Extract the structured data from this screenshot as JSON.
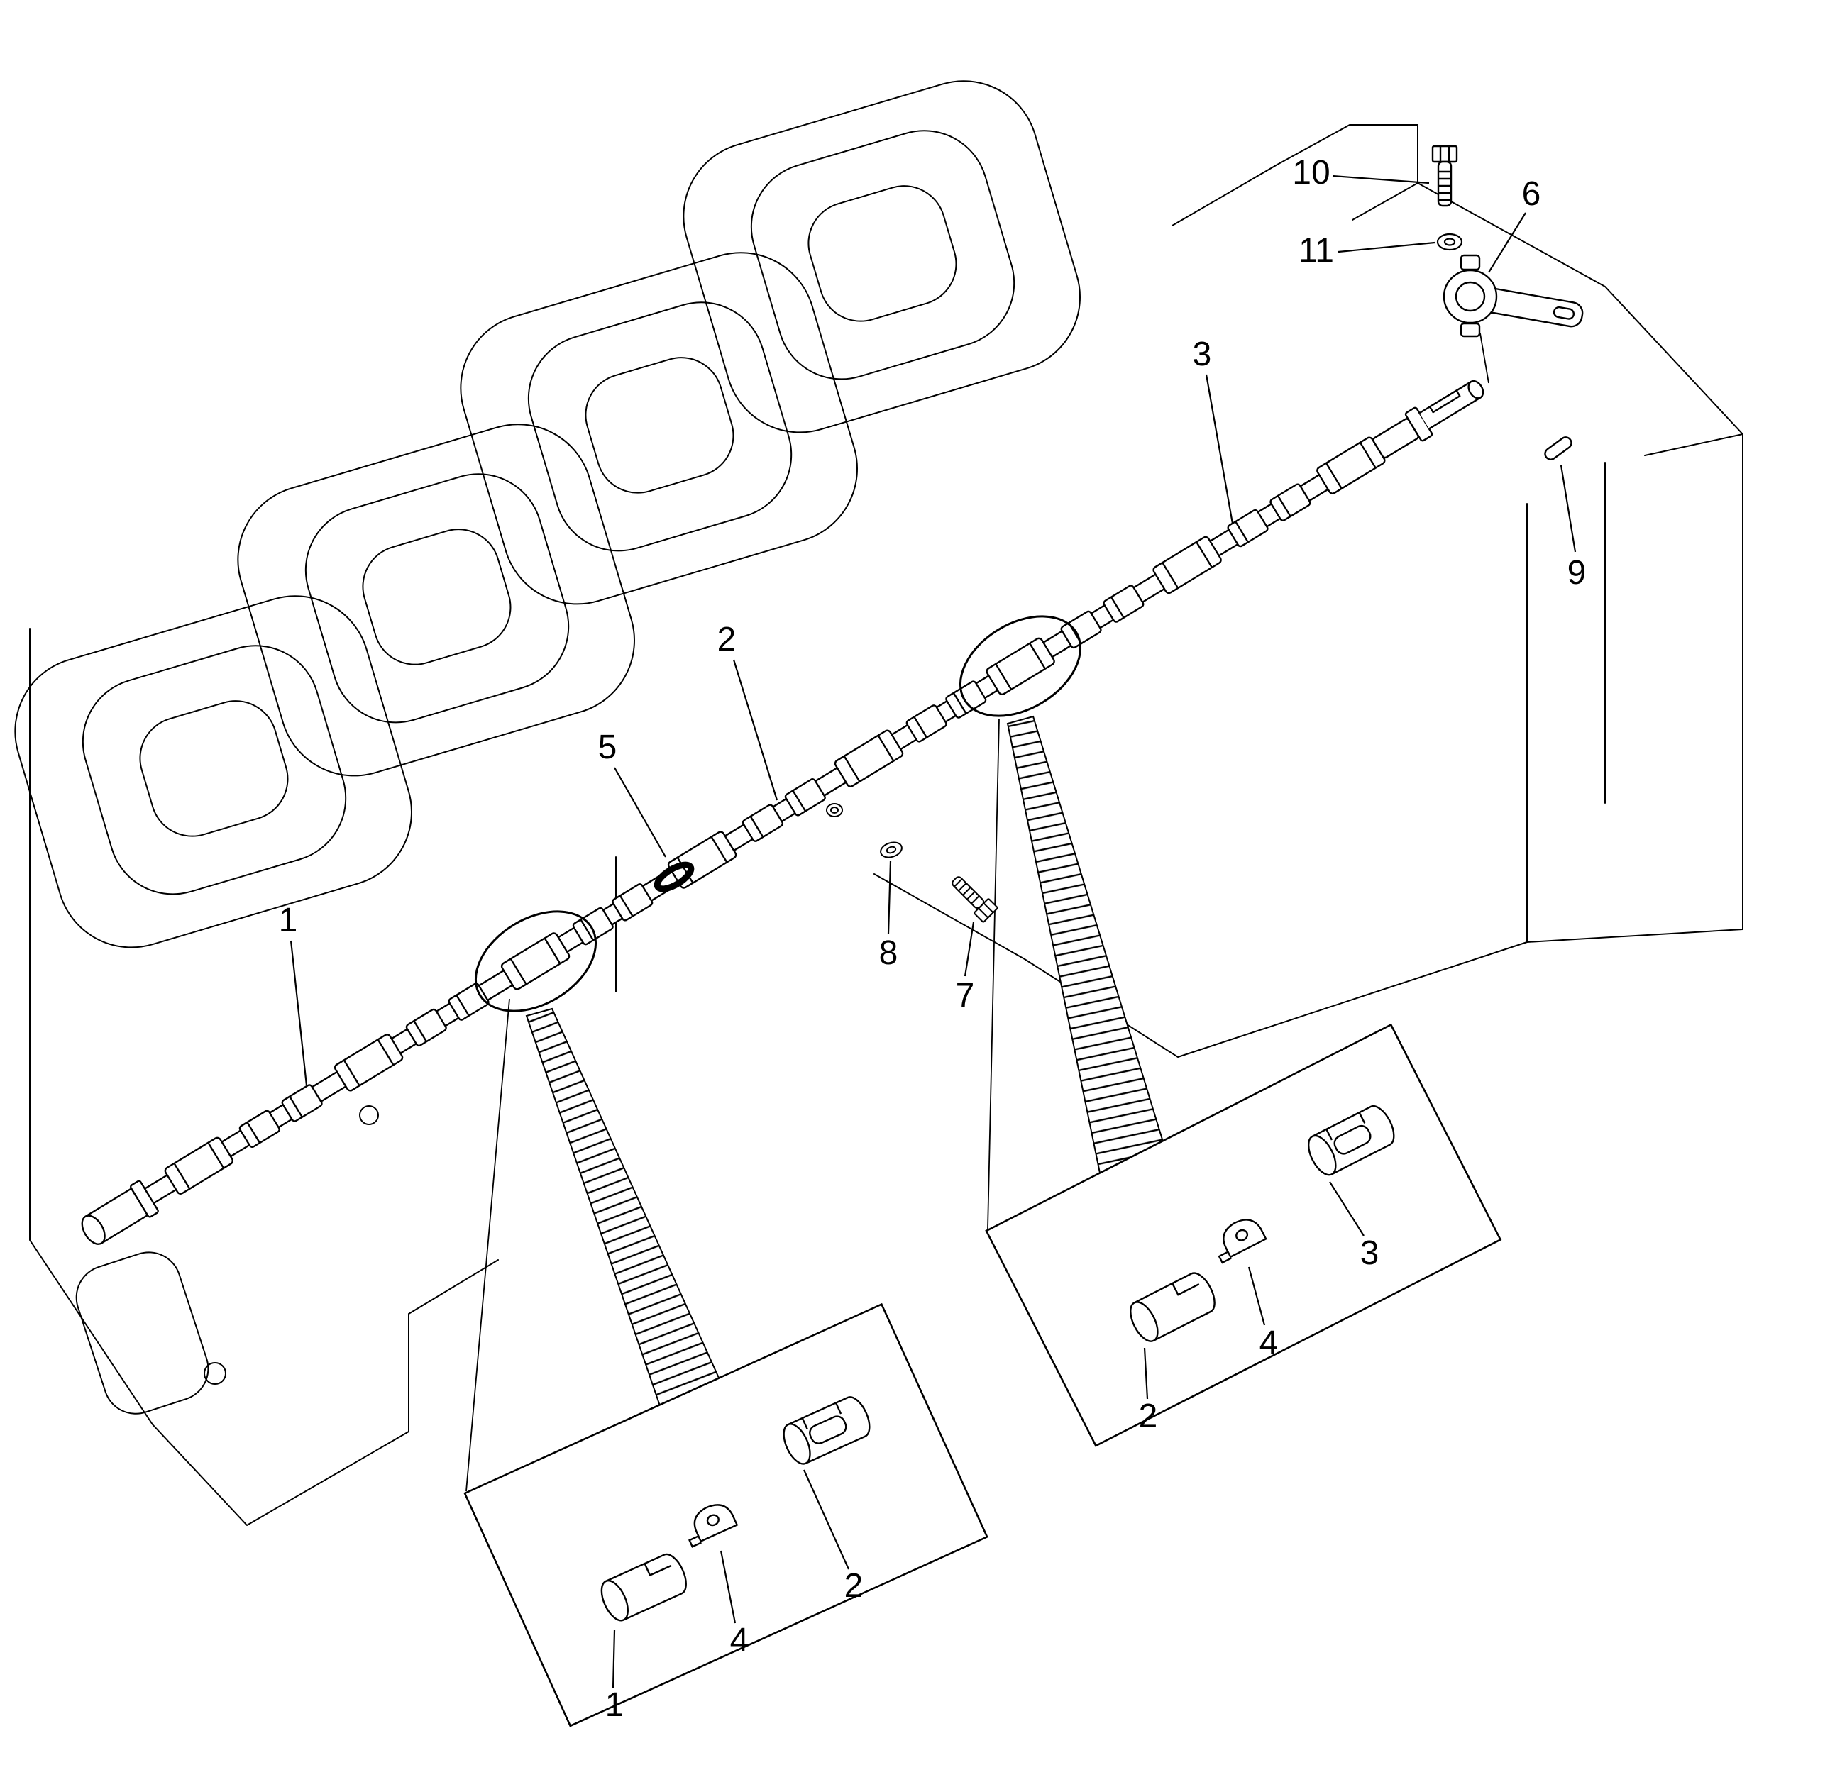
{
  "figure": {
    "callouts": {
      "c1": "1",
      "c2": "2",
      "c3": "3",
      "c5": "5",
      "c6": "6",
      "c7": "7",
      "c8": "8",
      "c9": "9",
      "c10": "10",
      "c11": "11"
    },
    "detail_box_left": {
      "bushing": "1",
      "cap": "4",
      "slotted": "2"
    },
    "detail_box_right": {
      "bushing": "2",
      "cap": "4",
      "slotted": "3"
    }
  }
}
